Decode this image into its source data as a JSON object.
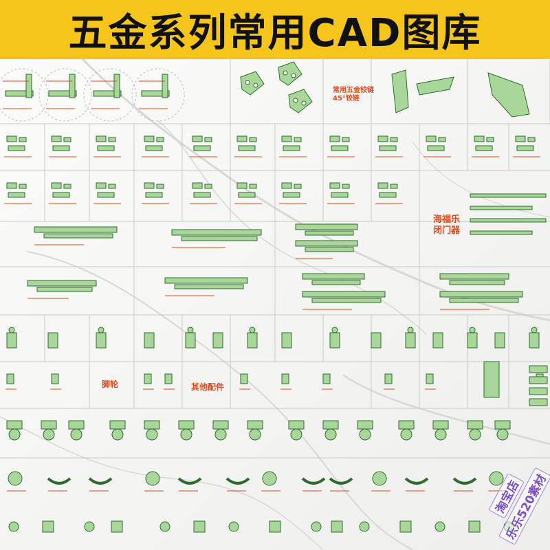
{
  "banner": {
    "title": "五金系列常用CAD图库"
  },
  "labels": {
    "hinge_45": "常用五金铰链\n45°铰链",
    "door_closer": "海福乐\n闭门器",
    "feet": "脚轮",
    "other_fittings": "其他配件"
  },
  "watermark": {
    "line1": "淘宝店",
    "line2": "乐乐520素材"
  },
  "colors": {
    "banner": "#f6c51c",
    "part_fill": "#a9d79a",
    "part_stroke": "#2f6b2f",
    "label_red": "#e04a1a",
    "grid": "#c9c9c9",
    "watermark": "#7b4fc7"
  }
}
